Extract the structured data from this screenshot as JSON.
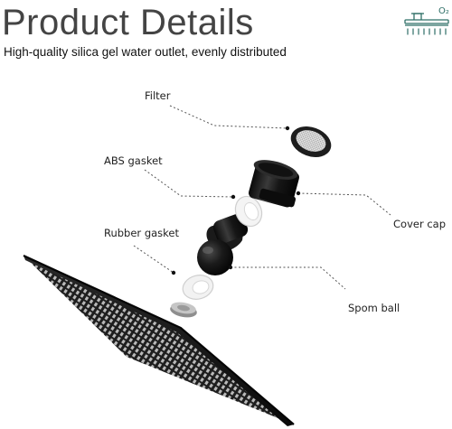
{
  "header": {
    "title": "Product Details",
    "subtitle": "High-quality silica gel water outlet, evenly distributed"
  },
  "badge": {
    "icon": "shower-head-icon",
    "text": "O₂",
    "color": "#2f6f67"
  },
  "callouts": {
    "filter": "Filter",
    "abs_gasket": "ABS gasket",
    "cover_cap": "Cover cap",
    "rubber_gasket": "Rubber gasket",
    "spom_ball": "Spom ball"
  }
}
